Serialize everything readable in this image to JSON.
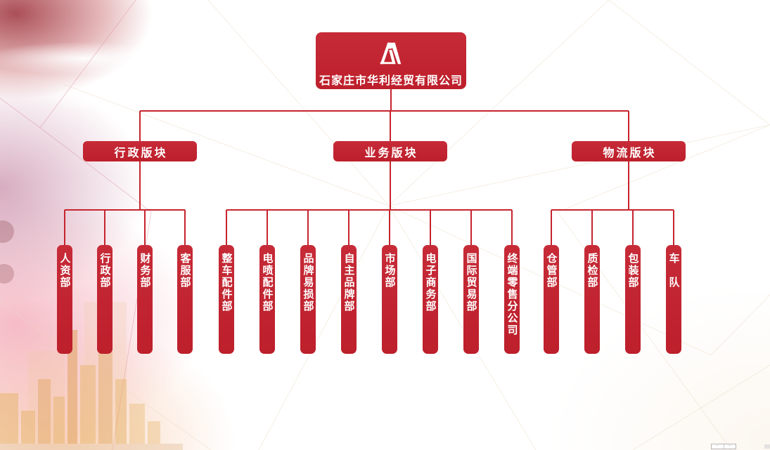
{
  "company": {
    "name": "石家庄市华利经贸有限公司",
    "logo_icon": "huali-mountain-logo"
  },
  "divisions": [
    {
      "label": "行政版块",
      "departments": [
        "人资部",
        "行政部",
        "财务部",
        "客服部"
      ]
    },
    {
      "label": "业务版块",
      "departments": [
        "整车配件部",
        "电喷配件部",
        "品牌易损部",
        "自主品牌部",
        "市场部",
        "电子商务部",
        "国际贸易部",
        "终端零售分公司"
      ]
    },
    {
      "label": "物流版块",
      "departments": [
        "仓管部",
        "质检部",
        "包装部",
        "车　队"
      ]
    }
  ],
  "colors": {
    "accent": "#c2232f",
    "line": "#c6242e",
    "node_text": "#ffffff"
  },
  "misc": {
    "mini_scrollbar_left_glyph": "··",
    "mini_scrollbar_right_glyph": "···"
  }
}
